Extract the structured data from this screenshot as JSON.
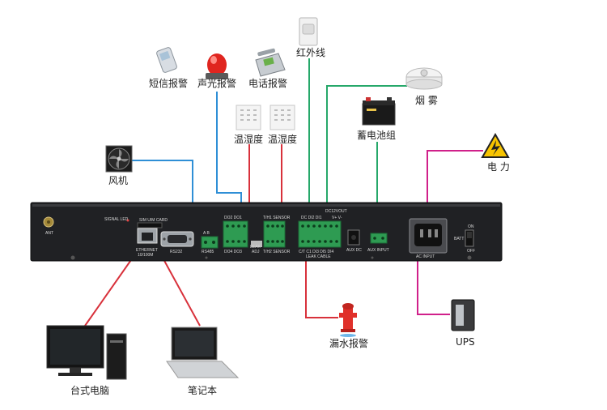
{
  "devices": {
    "sms_alarm": "短信报警",
    "sound_light_alarm": "声光报警",
    "phone_alarm": "电话报警",
    "infrared": "红外线",
    "smoke": "烟 雾",
    "battery": "蓄电池组",
    "temp_humidity_1": "温湿度",
    "temp_humidity_2": "温湿度",
    "fan": "风机",
    "power": "电 力",
    "water_leak_alarm": "漏水报警",
    "ups": "UPS",
    "desktop": "台式电脑",
    "laptop": "笔记本"
  },
  "panel": {
    "ant": "ANT",
    "signal_led": "SIGNAL LED",
    "sim_card": "SIM  UIM  CARD",
    "ethernet": "ETHERNET",
    "ethernet_speed": "10/100M",
    "rs232": "RS232",
    "ab": "A  B",
    "rs485": "RS485",
    "do_top": "DO2  DO1",
    "do_bottom": "DO4  DO3",
    "leak": "LEAK",
    "adj": "ADJ",
    "th1": "T/H1 SENSOR",
    "th2": "T/H2 SENSOR",
    "di_top": "DC  DI2  DI1",
    "dc12v": "DC12VOUT",
    "vv": "V+ V-",
    "di_bottom": "C/T C1  DI3  DI5  DI4",
    "leak_cable": "LEAK CABLE",
    "aux_dc": "AUX DC",
    "aux_input": "AUX INPUT",
    "ac_input": "AC INPUT",
    "on": "ON",
    "batt": "BATT",
    "off": "OFF"
  },
  "colors": {
    "fan_line": "#2f8fd6",
    "sound_line": "#2f8fd6",
    "th_line": "#d8313b",
    "infrared_line": "#26a86a",
    "smoke_line": "#26a86a",
    "battery_line": "#26a86a",
    "power_line": "#d0208a",
    "ups_line": "#d0208a",
    "leak_line": "#d8313b",
    "pc_line": "#d8313b"
  }
}
